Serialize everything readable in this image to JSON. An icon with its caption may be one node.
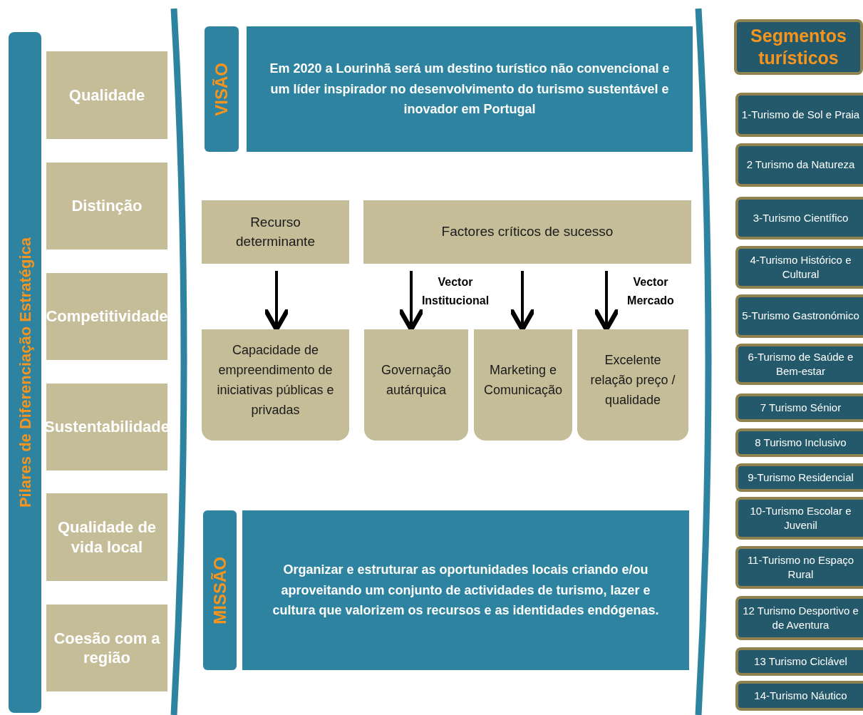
{
  "diagram": {
    "nodes": [
      {
        "text": [
          "Pilares de Diferenciação Estratégica"
        ]
      },
      {
        "text": [
          "Qualidade"
        ]
      },
      {
        "text": [
          "Distinção"
        ]
      },
      {
        "text": [
          "Competitividade"
        ]
      },
      {
        "text": [
          "Sustentabilidade"
        ]
      },
      {
        "text": [
          "Qualidade de vida local"
        ]
      },
      {
        "text": [
          "Coesão com a região"
        ]
      },
      {
        "text": [
          "VISÃO"
        ]
      },
      {
        "text": [
          "Em 2020 a Lourinhã será um destino turístico não convencional e um líder inspirador no desenvolvimento do turismo sustentável e inovador em Portugal"
        ]
      },
      {
        "text": [
          "Recurso determinante"
        ]
      },
      {
        "text": [
          "Factores críticos de sucesso"
        ]
      },
      {
        "text": [
          "Capacidade de empreendimento de iniciativas públicas e privadas"
        ]
      },
      {
        "text": [
          "Governação autárquica"
        ]
      },
      {
        "text": [
          "Marketing e Comunicação"
        ]
      },
      {
        "text": [
          "Excelente relação preço / qualidade"
        ]
      },
      {
        "text": [
          "MISSÃO"
        ]
      },
      {
        "text": [
          "Organizar e estruturar as oportunidades locais criando e/ou aproveitando um conjunto de actividades de turismo, lazer e cultura que valorizem os recursos e as identidades endógenas."
        ]
      },
      {
        "text": [
          "Segmentos turísticos"
        ]
      },
      {
        "text": [
          "1-Turismo de Sol e Praia"
        ]
      },
      {
        "text": [
          "2 Turismo da Natureza"
        ]
      },
      {
        "text": [
          "3-Turismo Científico"
        ]
      },
      {
        "text": [
          "4-Turismo Histórico e Cultural"
        ]
      },
      {
        "text": [
          "5-Turismo Gastronómico"
        ]
      },
      {
        "text": [
          "6-Turismo de Saúde e Bem-estar"
        ]
      },
      {
        "text": [
          "7 Turismo Sénior"
        ]
      },
      {
        "text": [
          "8 Turismo Inclusivo"
        ]
      },
      {
        "text": [
          "9-Turismo Residencial"
        ]
      },
      {
        "text": [
          "10-Turismo Escolar e Juvenil"
        ]
      },
      {
        "text": [
          "11-Turismo no Espaço Rural"
        ]
      },
      {
        "text": [
          "12 Turismo Desportivo e de Aventura"
        ]
      },
      {
        "text": [
          "13 Turismo Ciclável"
        ]
      },
      {
        "text": [
          "14-Turismo Náutico"
        ]
      }
    ],
    "edges": [
      {
        "from": 9,
        "to": 11,
        "arrow": "to"
      },
      {
        "from": 10,
        "to": 12,
        "arrow": "to",
        "label": "Vector Institucional"
      },
      {
        "from": 10,
        "to": 13,
        "arrow": "to"
      },
      {
        "from": 10,
        "to": 14,
        "arrow": "to",
        "label": "Vector Mercado"
      }
    ]
  }
}
